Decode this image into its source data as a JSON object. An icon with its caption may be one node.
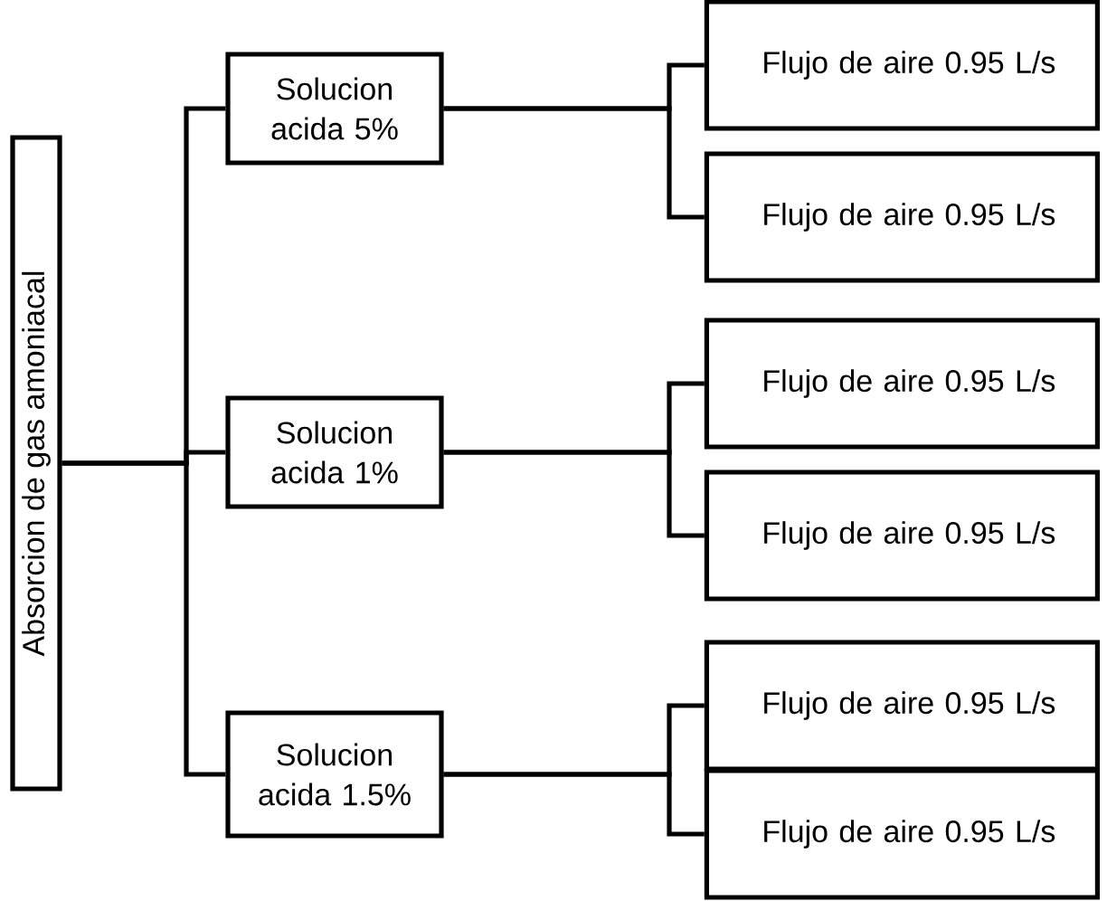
{
  "diagram": {
    "nodes": [
      {
        "text": [
          "Absorcion de gas amoniacal"
        ]
      },
      {
        "text": [
          "Solucion acida 5%"
        ]
      },
      {
        "text": [
          "Solucion acida 1%"
        ]
      },
      {
        "text": [
          "Solucion acida 1.5%"
        ]
      },
      {
        "text": [
          "Flujo de aire 0.95 L/s"
        ]
      },
      {
        "text": [
          "Flujo de aire 0.95 L/s"
        ]
      },
      {
        "text": [
          "Flujo de aire 0.95 L/s"
        ]
      },
      {
        "text": [
          "Flujo de aire 0.95 L/s"
        ]
      },
      {
        "text": [
          "Flujo de aire 0.95 L/s"
        ]
      },
      {
        "text": [
          "Flujo de aire 0.95 L/s"
        ]
      }
    ],
    "edges": [
      {
        "from": 0,
        "to": 1,
        "arrow": "none"
      },
      {
        "from": 0,
        "to": 2,
        "arrow": "none"
      },
      {
        "from": 0,
        "to": 3,
        "arrow": "none"
      },
      {
        "from": 1,
        "to": 4,
        "arrow": "none"
      },
      {
        "from": 1,
        "to": 5,
        "arrow": "none"
      },
      {
        "from": 2,
        "to": 6,
        "arrow": "none"
      },
      {
        "from": 2,
        "to": 7,
        "arrow": "none"
      },
      {
        "from": 3,
        "to": 8,
        "arrow": "none"
      },
      {
        "from": 3,
        "to": 9,
        "arrow": "none"
      }
    ]
  }
}
